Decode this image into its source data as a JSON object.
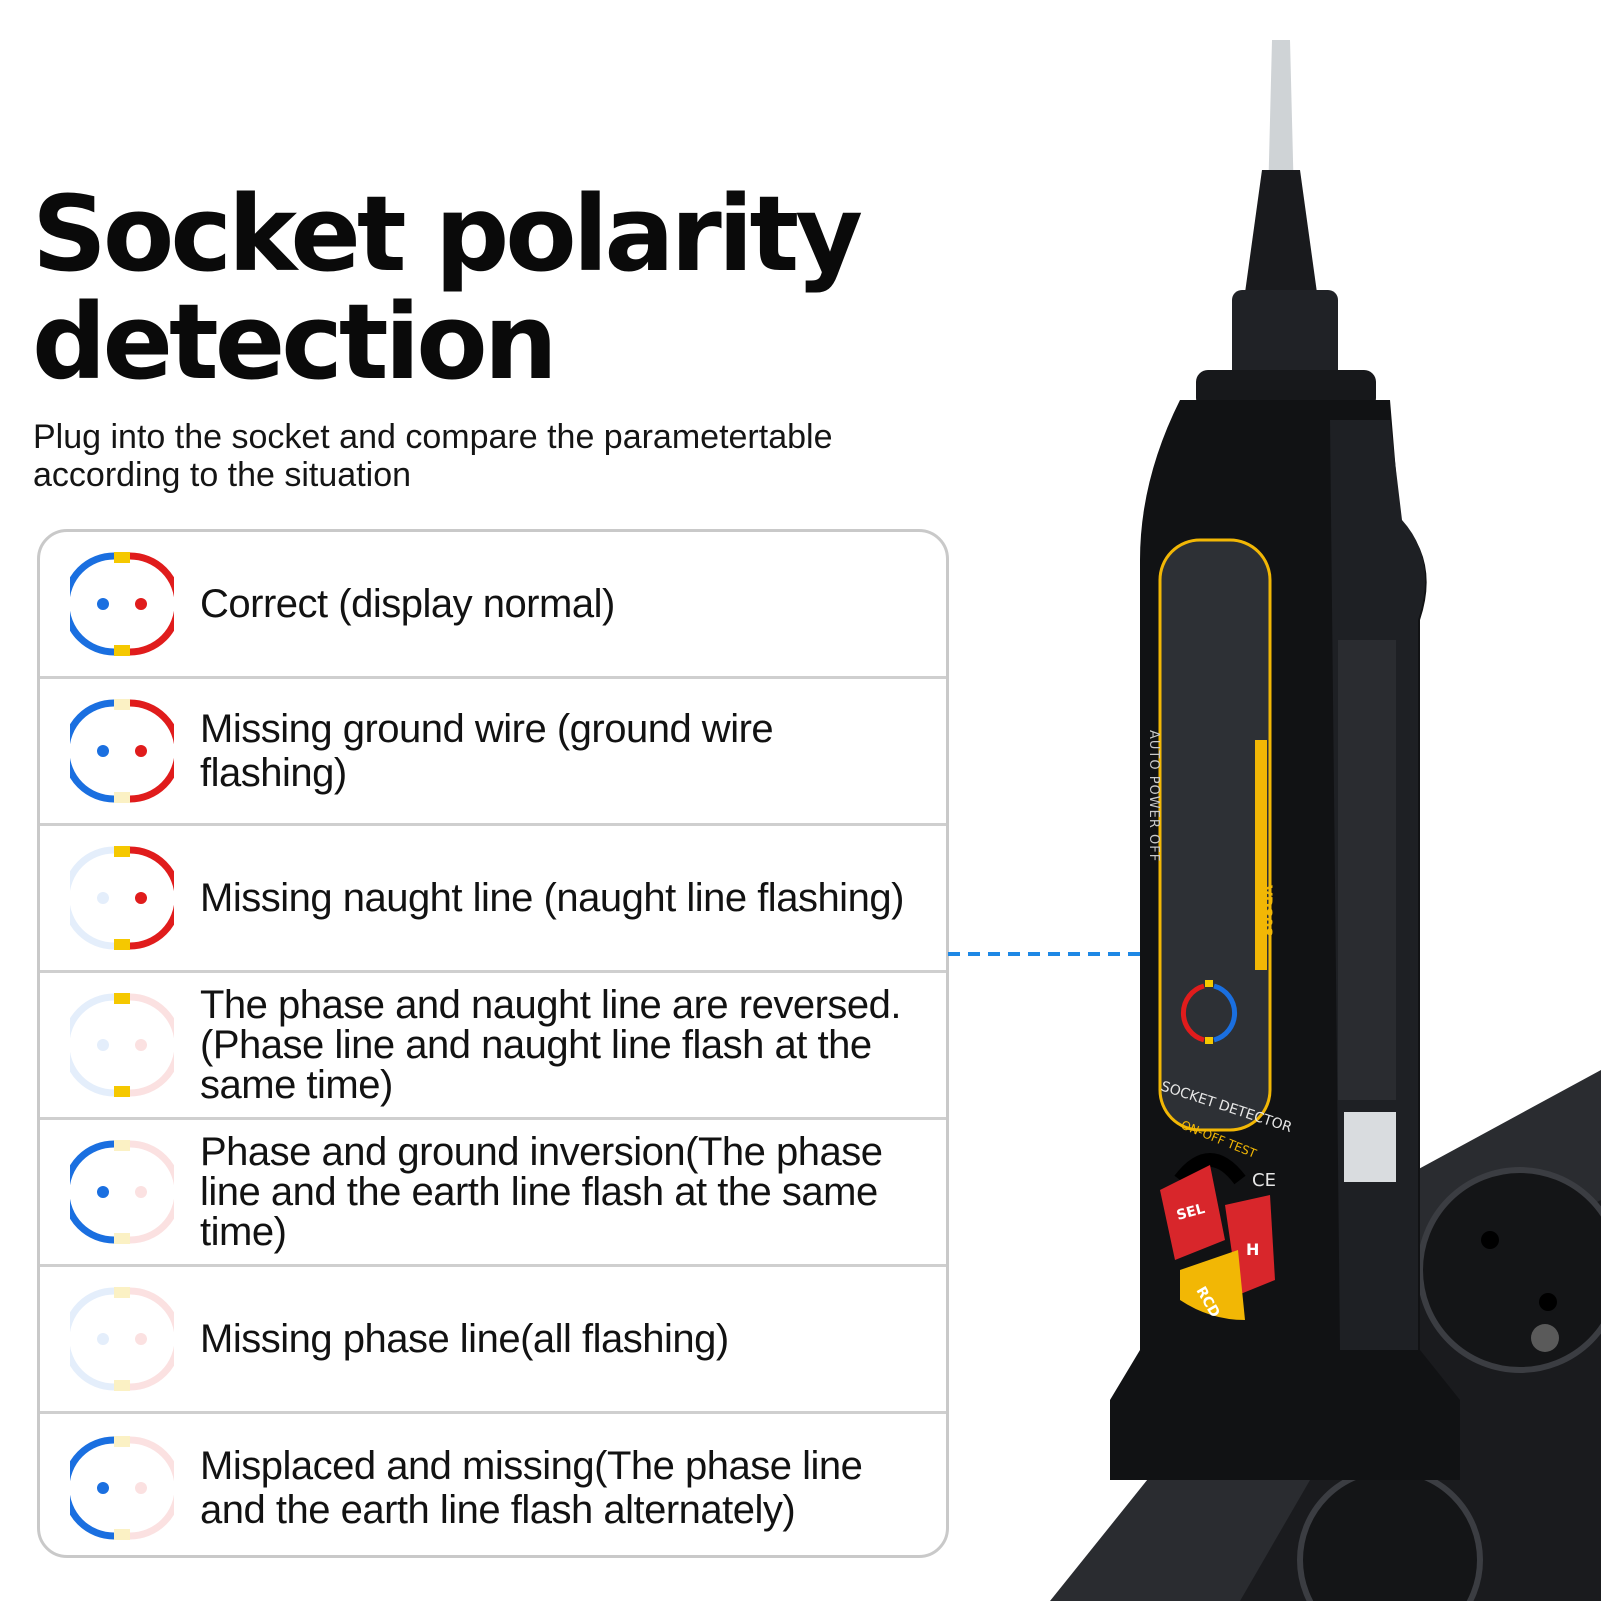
{
  "headline": {
    "line1": "Socket polarity",
    "line2": "detection"
  },
  "subtitle": "Plug into the socket and compare the parametertable according to the situation",
  "colors": {
    "blue": "#1a6fe0",
    "red": "#e01c1c",
    "yellow": "#f5c800",
    "connector": "#1e88e5"
  },
  "rows": [
    {
      "label": "Correct (display normal)",
      "icon": "socket-all-on"
    },
    {
      "label": "Missing ground wire (ground wire flashing)",
      "icon": "socket-ground-flashing"
    },
    {
      "label": "Missing naught line (naught line flashing)",
      "icon": "socket-naught-flashing"
    },
    {
      "label": "The phase and naught line are reversed.(Phase line and naught line flash at the same time)",
      "icon": "socket-phase-naught-flashing"
    },
    {
      "label": "Phase and ground inversion(The phase line and the earth line flash at the same time)",
      "icon": "socket-phase-earth-flashing"
    },
    {
      "label": "Missing phase line(all flashing)",
      "icon": "socket-all-flashing"
    },
    {
      "label": "Misplaced and missing(The phase line and the earth line flash alternately)",
      "icon": "socket-alternate-flashing"
    }
  ],
  "device": {
    "model": "VD808",
    "side_text": "AUTO POWER OFF",
    "panel_label": "SOCKET DETECTOR",
    "onoff_label": "ON-OFF TEST",
    "ce_mark": "CE",
    "buttons": {
      "sel": "SEL",
      "h": "H",
      "rcd": "RCD"
    }
  }
}
